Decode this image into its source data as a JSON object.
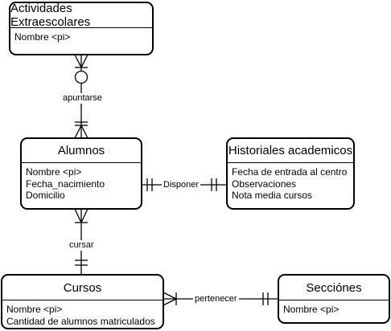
{
  "entities": {
    "actividades": {
      "title": "Actividades Extraescolares",
      "attributes": [
        "Nombre <pi>"
      ]
    },
    "alumnos": {
      "title": "Alumnos",
      "attributes": [
        "Nombre <pi>",
        "Fecha_nacimiento",
        "Domicilio"
      ]
    },
    "historiales": {
      "title": "Historiales academicos",
      "attributes": [
        "Fecha de entrada al centro",
        "Observaciones",
        "Nota media cursos"
      ]
    },
    "cursos": {
      "title": "Cursos",
      "attributes": [
        "Nombre <pi>",
        "Cantidad de alumnos matriculados"
      ]
    },
    "secciones": {
      "title": "Secciónes",
      "attributes": [
        "Nombre <pi>"
      ]
    }
  },
  "relationships": {
    "apuntarse": "apuntarse",
    "disponer": "Disponer",
    "cursar": "cursar",
    "pertenecer": "pertenecer"
  }
}
